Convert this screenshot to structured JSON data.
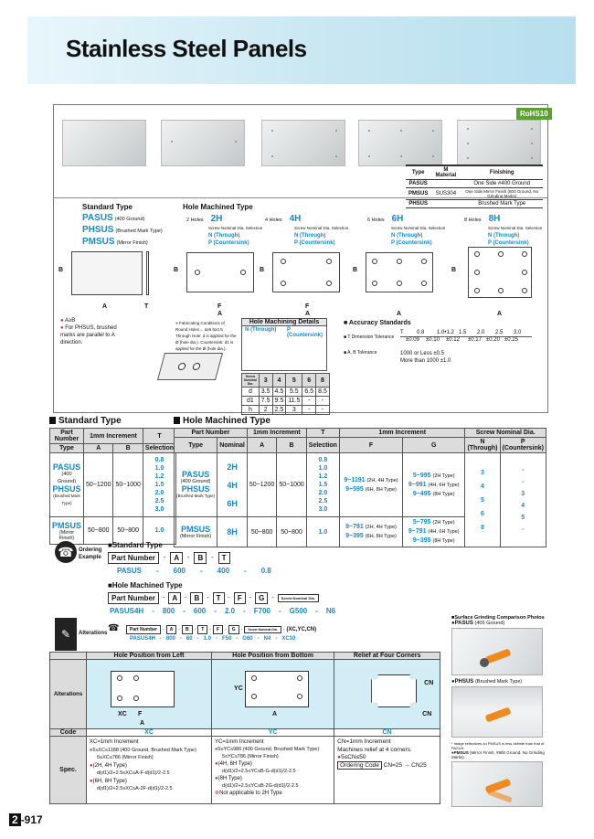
{
  "title": "Stainless Steel Panels",
  "rohs": "RoHS10",
  "finish_table": {
    "headers": [
      "Type",
      "M Material",
      "Finishing"
    ],
    "rows": [
      [
        "PASUS",
        "",
        "One Side #400 Ground"
      ],
      [
        "PMSUS",
        "SUS304",
        "One Side Mirror Finish (800 Ground, No Grinding Marks)"
      ],
      [
        "PHSUS",
        "",
        "Brushed Mark Type"
      ]
    ]
  },
  "standard_type": {
    "heading": "Standard Type",
    "lines": [
      [
        "PASUS",
        "(400 Ground)"
      ],
      [
        "PHSUS",
        "(Brushed Mark Type)"
      ],
      [
        "PMSUS",
        "(Mirror Finish)"
      ]
    ],
    "note1": "A≥B",
    "note2": "For PHSUS, brushed marks are parallel to A direction."
  },
  "hole_machined": {
    "heading": "Hole Machined Type",
    "variants": [
      {
        "label": "2 Holes",
        "code": "2H"
      },
      {
        "label": "4 Holes",
        "code": "4H"
      },
      {
        "label": "6 Holes",
        "code": "6H"
      },
      {
        "label": "8 Holes",
        "code": "8H"
      }
    ],
    "screw_sel": "Screw Nominal Dia. Selection",
    "n_opt": "N (Through)",
    "p_opt": "P (Countersink)",
    "fab_note": "Fabricating Conditions of Round Holes→ a≥5 b≥2.5 Through Hole: d is applied for the Ø (hole dia.). Countersink: d1 is applied for the Ø (hole dia.)."
  },
  "hole_details": {
    "title": "Hole Machining Details",
    "n": "N (Through)",
    "p": "P (Countersink)",
    "headers": [
      "Screw Nominal Dia.",
      "3",
      "4",
      "5",
      "6",
      "8"
    ],
    "rows": [
      [
        "d",
        "3.5",
        "4.5",
        "5.5",
        "6.5",
        "8.5"
      ],
      [
        "d1",
        "7.5",
        "9.5",
        "11.5",
        "-",
        "-"
      ],
      [
        "h",
        "2",
        "2.5",
        "3",
        "-",
        "-"
      ]
    ]
  },
  "accuracy": {
    "title": "Accuracy Standards",
    "t_label": "T Dimension Tolerance",
    "t_header": [
      "T",
      "0.8",
      "1.0•1.2",
      "1.5",
      "2.0",
      "2.5",
      "3.0"
    ],
    "t_values": [
      "±0.09",
      "±0.10",
      "±0.12",
      "±0.17",
      "±0.20",
      "±0.25"
    ],
    "ab_label": "A, B Tolerance",
    "ab_lines": [
      "1000 or Less ±0.5",
      "More than 1000 ±1.0"
    ]
  },
  "std_table": {
    "title": "Standard Type",
    "h1": [
      "Part Number",
      "1mm Increment",
      "T"
    ],
    "h2": [
      "Type",
      "A",
      "B",
      "Selection"
    ],
    "rows": [
      {
        "type": "PASUS",
        "sub": "(400 Ground)",
        "type2": "PHSUS",
        "sub2": "(Brushed Mark Type)",
        "a": "50~1200",
        "b": "50~1000",
        "t": [
          "0.8",
          "1.0",
          "1.2",
          "1.5",
          "2.0",
          "2.5",
          "3.0"
        ]
      },
      {
        "type": "PMSUS",
        "sub": "(Mirror Finish)",
        "a": "50~800",
        "b": "50~800",
        "t": [
          "1.0"
        ]
      }
    ]
  },
  "hm_table": {
    "title": "Hole Machined Type",
    "h1": [
      "Part Number",
      "1mm Increment",
      "T",
      "1mm Increment",
      "Screw Nominal Dia."
    ],
    "h2": [
      "Type",
      "Nominal",
      "A",
      "B",
      "Selection",
      "F",
      "G",
      "N (Through)",
      "P (Countersink)"
    ],
    "row1": {
      "type": "PASUS",
      "sub": "(400 Ground)",
      "type2": "PHSUS",
      "sub2": "(Brushed Mark Type)",
      "nominal": [
        "2H",
        "4H",
        "6H"
      ],
      "a": "50~1200",
      "b": "50~1000",
      "t": [
        "0.8",
        "1.0",
        "1.2",
        "1.5",
        "2.0",
        "2.5",
        "3.0"
      ],
      "f": [
        [
          "9~1191",
          "(2H, 4H Type)"
        ],
        [
          "9~595",
          "(6H, 8H Type)"
        ]
      ],
      "g": [
        [
          "5~995",
          "(2H Type)"
        ],
        [
          "9~991",
          "(4H, 6H Type)"
        ],
        [
          "9~495",
          "(8H Type)"
        ]
      ],
      "n": [
        "3",
        "4",
        "5",
        "6",
        "8"
      ],
      "p": [
        "-",
        "-",
        "3",
        "4",
        "5",
        "-"
      ]
    },
    "row2": {
      "type": "PMSUS",
      "sub": "(Mirror Finish)",
      "nominal": "8H",
      "a": "50~800",
      "b": "50~800",
      "t": "1.0",
      "f": [
        [
          "9~791",
          "(2H, 4H Type)"
        ],
        [
          "9~395",
          "(6H, 8H Type)"
        ]
      ],
      "g": [
        [
          "5~795",
          "(2H Type)"
        ],
        [
          "9~791",
          "(4H, 6H Type)"
        ],
        [
          "9~395",
          "(8H Type)"
        ]
      ]
    }
  },
  "ordering": {
    "label": "Ordering Example",
    "std_title": "Standard Type",
    "std_boxes": [
      "Part Number",
      "A",
      "B",
      "T"
    ],
    "std_values": [
      "PASUS",
      "600",
      "400",
      "0.8"
    ],
    "hm_title": "Hole Machined Type",
    "hm_boxes": [
      "Part Number",
      "A",
      "B",
      "T",
      "F",
      "G",
      "Screw Nominal Dia."
    ],
    "hm_values": [
      "PASUS4H",
      "800",
      "600",
      "2.0",
      "F700",
      "G500",
      "N6"
    ]
  },
  "alterations_row": {
    "label": "Alterations",
    "boxes": [
      "Part Number",
      "A",
      "B",
      "T",
      "F",
      "G",
      "Screw Nominal Dia.",
      "(XC,YC,CN)"
    ],
    "values": [
      "PASUS4H",
      "800",
      "60",
      "1.0",
      "F50",
      "G60",
      "N4",
      "XC10"
    ]
  },
  "alt_table": {
    "headers": [
      "Hole Position from Left",
      "Hole Position from Bottom",
      "Relief at Four Corners"
    ],
    "row_label": "Alterations",
    "code_label": "Code",
    "codes": [
      "XC",
      "YC",
      "CN"
    ],
    "spec_label": "Spec.",
    "xc_spec": [
      "XC=1mm Increment",
      "5≤XC≤1188 (400 Ground, Brushed Mark Type)",
      "5≤XC≤786 (Mirror Finish)",
      "(2H, 4H Type)",
      "d(d1)/2+2.5≤XC≤A-F-d(d1)/2-2.5",
      "(6H, 8H Type)",
      "d(d1)/2+2.5≤XC≤A-2F-d(d1)/2-2.5"
    ],
    "yc_spec": [
      "YC=1mm Increment",
      "5≤YC≤986 (400 Ground, Brushed Mark Type)",
      "5≤YC≤786 (Mirror Finish)",
      "(4H, 6H Type)",
      "d(d1)/2+2.5≤YC≤B-G-d(d1)/2-2.5",
      "(8H Type)",
      "d(d1)/2+2.5≤YC≤B-2G-d(d1)/2-2.5",
      "Not applicable to 2H Type"
    ],
    "cn_spec": [
      "CN=1mm Increment",
      "Machines relief at 4 corners.",
      "5≤CN≤50",
      "Ordering Code",
      "CN=25 → CN25"
    ]
  },
  "photos": {
    "title": "Surface Grinding Comparison Photos",
    "pasus": "PASUS",
    "pasus_sub": "(400 Ground)",
    "phsus": "PHSUS",
    "phsus_sub": "(Brushed Mark Type)",
    "note": "Image reflections on PMSUS is less definite than that of PASUS.",
    "pmsus": "PMSUS",
    "pmsus_sub": "(Mirror Finish, #800 Ground, No Grinding Marks)"
  },
  "page": {
    "section": "2",
    "number": "-917"
  },
  "colors": {
    "accent_blue": "#1689c9",
    "header_bg": "#c9e7f2",
    "rohs_green": "#5aa22d",
    "clamp_orange": "#f08a1e"
  }
}
